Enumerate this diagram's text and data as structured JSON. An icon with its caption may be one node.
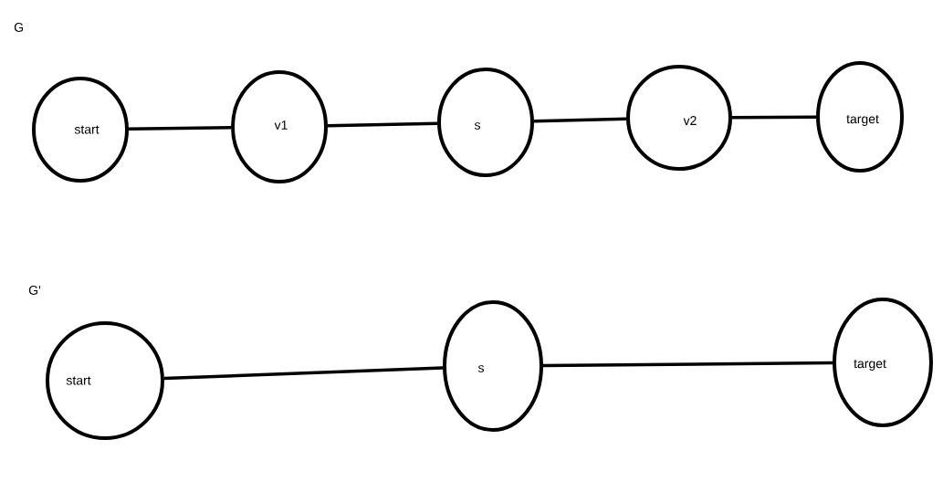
{
  "diagram": {
    "nodes": [
      {
        "text": [
          "start"
        ]
      },
      {
        "text": [
          "v1"
        ]
      },
      {
        "text": [
          "s"
        ]
      },
      {
        "text": [
          "v2"
        ]
      },
      {
        "text": [
          "target"
        ]
      },
      {
        "text": [
          "start"
        ]
      },
      {
        "text": [
          "s"
        ]
      },
      {
        "text": [
          "target"
        ]
      }
    ],
    "edges": [
      {
        "from": 0,
        "to": 1,
        "arrow": "none"
      },
      {
        "from": 1,
        "to": 2,
        "arrow": "none"
      },
      {
        "from": 2,
        "to": 3,
        "arrow": "none"
      },
      {
        "from": 3,
        "to": 4,
        "arrow": "none"
      },
      {
        "from": 5,
        "to": 6,
        "arrow": "none"
      },
      {
        "from": 6,
        "to": 7,
        "arrow": "none"
      }
    ],
    "labels": [
      "G",
      "G'"
    ]
  }
}
